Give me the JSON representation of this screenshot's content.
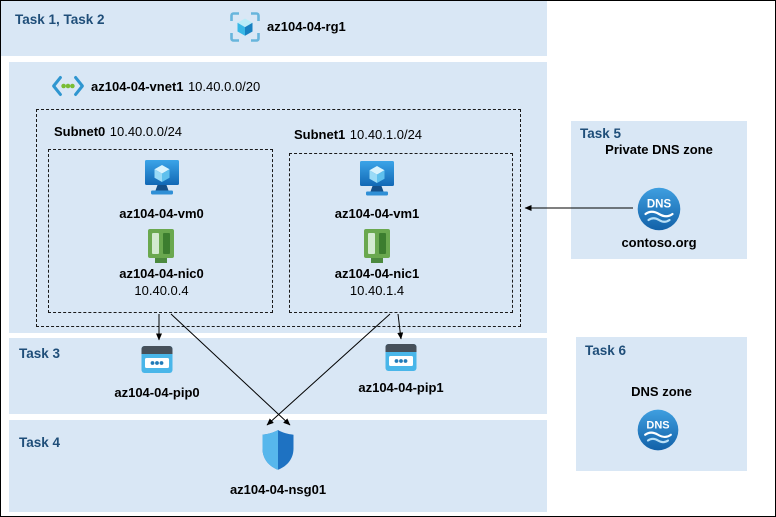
{
  "colors": {
    "region_bg": "#d9e7f5",
    "task_label": "#1f4e79",
    "arrow": "#000000",
    "dns_circle": "#1f79c0",
    "nic_green": "#6aa84f",
    "shield_blue": "#1e72c2"
  },
  "header": {
    "tasks": "Task 1, Task 2",
    "resource_group": "az104-04-rg1"
  },
  "vnet": {
    "name": "az104-04-vnet1",
    "cidr": "10.40.0.0/20",
    "subnets": [
      {
        "name": "Subnet0",
        "cidr": "10.40.0.0/24",
        "vm": "az104-04-vm0",
        "nic": "az104-04-nic0",
        "nic_ip": "10.40.0.4"
      },
      {
        "name": "Subnet1",
        "cidr": "10.40.1.0/24",
        "vm": "az104-04-vm1",
        "nic": "az104-04-nic1",
        "nic_ip": "10.40.1.4"
      }
    ]
  },
  "task3": {
    "label": "Task 3",
    "pip0": "az104-04-pip0",
    "pip1": "az104-04-pip1"
  },
  "task4": {
    "label": "Task 4",
    "nsg": "az104-04-nsg01"
  },
  "task5": {
    "label": "Task 5",
    "title": "Private DNS zone",
    "zone": "contoso.org"
  },
  "task6": {
    "label": "Task 6",
    "title": "DNS zone"
  },
  "icons": {
    "dns_text": "DNS"
  }
}
